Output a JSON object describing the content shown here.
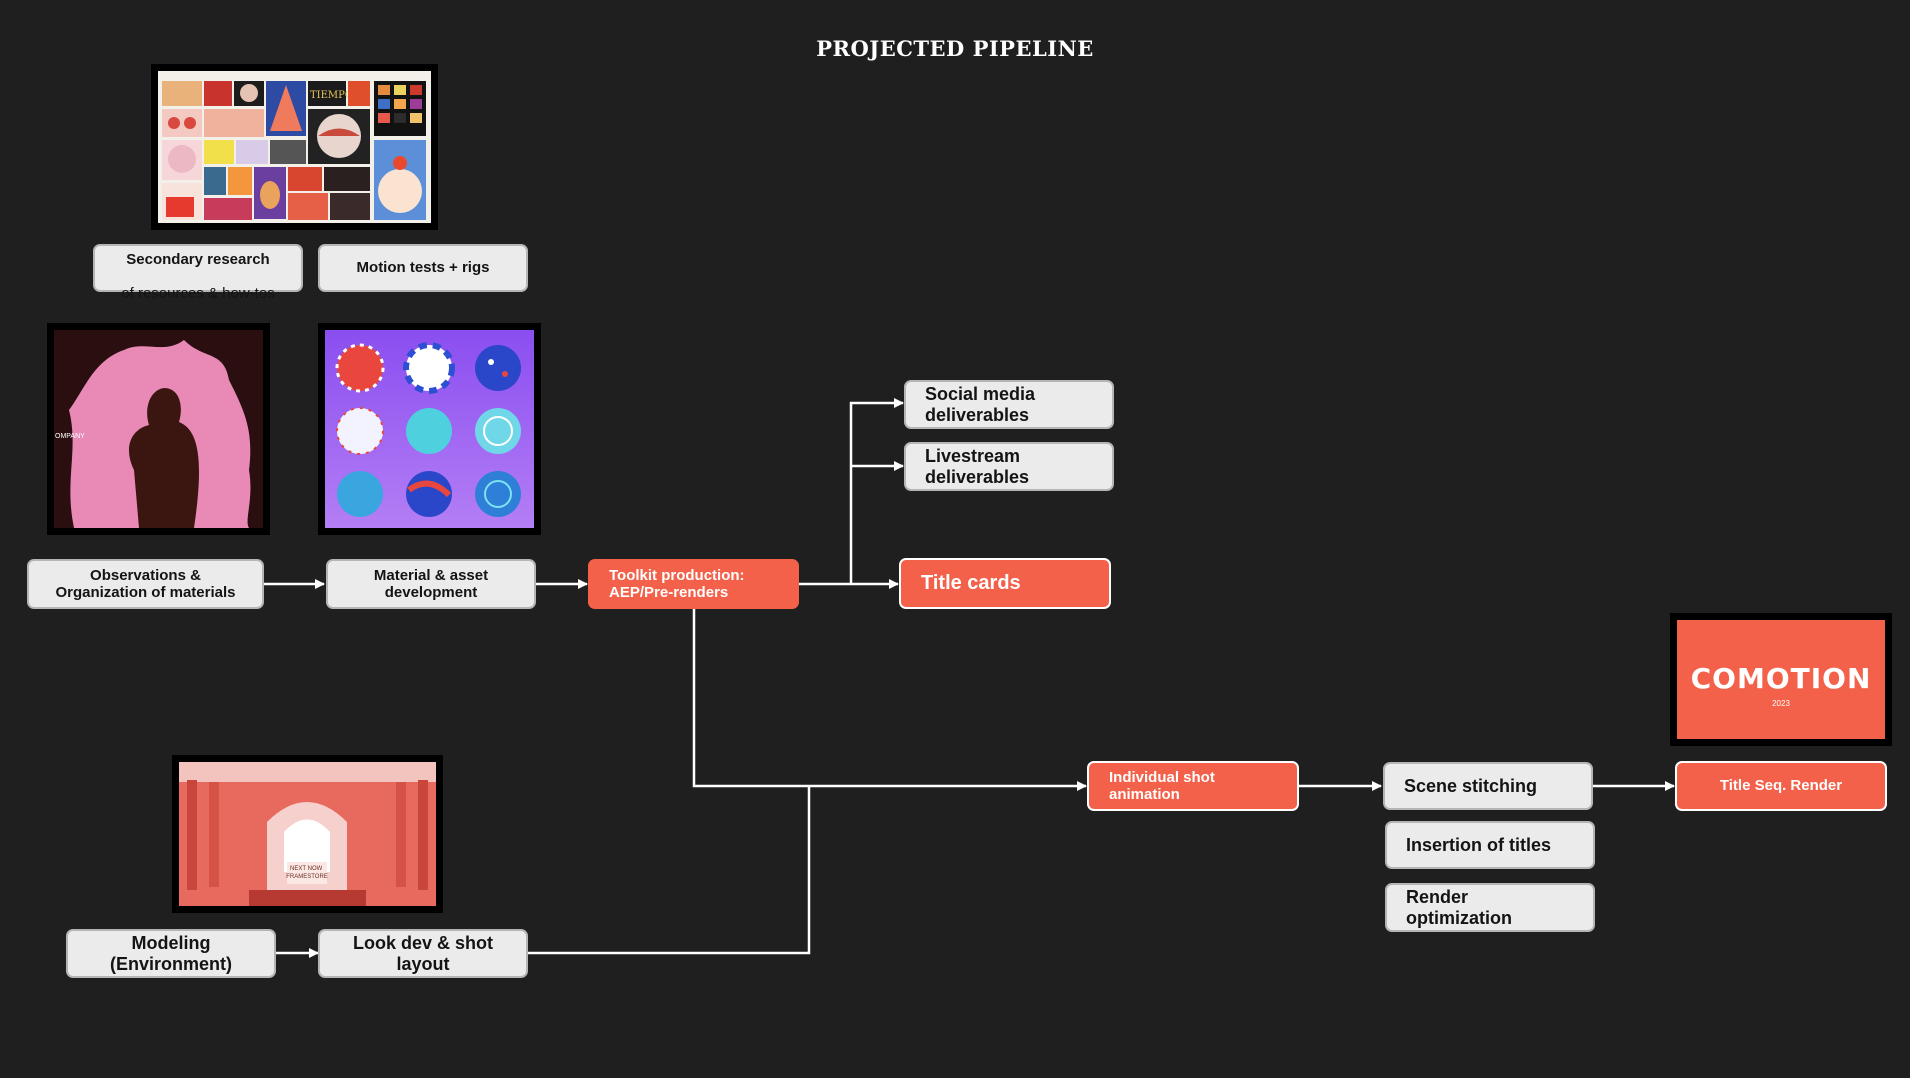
{
  "header": {
    "title": "PROJECTED PIPELINE"
  },
  "nodes": {
    "secondary_research": "Secondary research",
    "secondary_research_sub": "of resources & how-tos",
    "motion_tests": "Motion tests + rigs",
    "observations": "Observations &\nOrganization of materials",
    "material_asset": "Material & asset\ndevelopment",
    "toolkit": "Toolkit production:\nAEP/Pre-renders",
    "social_media": "Social media\ndeliverables",
    "livestream": "Livestream\ndeliverables",
    "title_cards": "Title cards",
    "individual_shot": "Individual shot\nanimation",
    "scene_stitching": "Scene stitching",
    "insertion_titles": "Insertion of titles",
    "render_opt": "Render\noptimization",
    "title_seq_render": "Title Seq. Render",
    "modeling": "Modeling\n(Environment)",
    "look_dev": "Look dev & shot\nlayout"
  },
  "images": {
    "moodboard": {
      "label": "TIEMPO"
    },
    "figure": {
      "label": "OMPANY"
    },
    "spheres": {},
    "hallway": {
      "label": "NEXT NOW\nFRAMESTORE"
    },
    "comotion": {
      "logo": "COMOTION",
      "year": "2023"
    }
  },
  "colors": {
    "background": "#1f1f1f",
    "accent": "#f4614a",
    "node_gray": "#ebebeb",
    "connector": "#ffffff"
  }
}
